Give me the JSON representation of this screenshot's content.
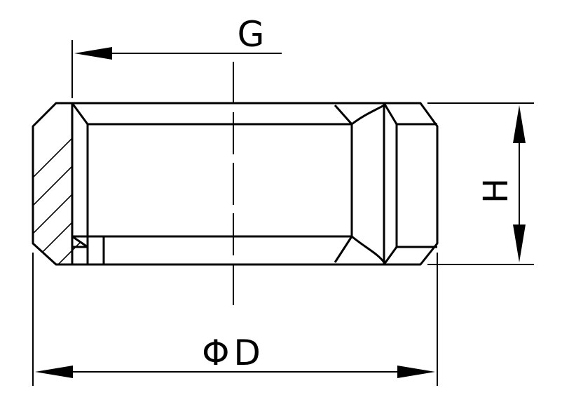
{
  "dimensions": {
    "thread": "G",
    "height": "H",
    "diameter": "ΦD"
  },
  "colors": {
    "line": "#000000",
    "background": "#ffffff"
  }
}
